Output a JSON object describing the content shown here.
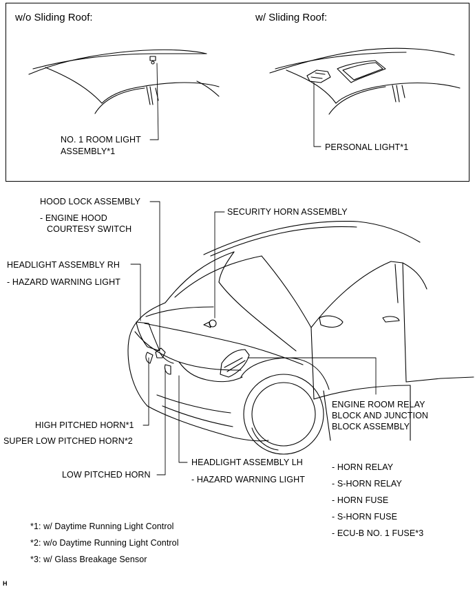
{
  "panel_top": {
    "left_title": "w/o Sliding Roof:",
    "right_title": "w/ Sliding Roof:",
    "room_light_line1": "NO. 1 ROOM LIGHT",
    "room_light_line2": "ASSEMBLY*1",
    "personal_light": "PERSONAL LIGHT*1"
  },
  "labels": {
    "hood_lock": "HOOD LOCK ASSEMBLY",
    "hood_sub1": "- ENGINE HOOD",
    "hood_sub2": "COURTESY SWITCH",
    "security_horn": "SECURITY HORN ASSEMBLY",
    "headlight_rh": "HEADLIGHT ASSEMBLY RH",
    "hazard_rh": "- HAZARD WARNING LIGHT",
    "high_horn": "HIGH PITCHED HORN*1",
    "super_low_horn": "SUPER LOW PITCHED HORN*2",
    "low_horn": "LOW PITCHED HORN",
    "headlight_lh": "HEADLIGHT ASSEMBLY LH",
    "hazard_lh": "- HAZARD WARNING LIGHT",
    "relay_block_line1": "ENGINE ROOM RELAY",
    "relay_block_line2": "BLOCK AND JUNCTION",
    "relay_block_line3": "BLOCK ASSEMBLY",
    "relay_items": [
      "- HORN RELAY",
      "- S-HORN RELAY",
      "- HORN FUSE",
      "- S-HORN FUSE",
      "- ECU-B NO. 1 FUSE*3"
    ]
  },
  "notes": [
    "*1: w/ Daytime Running Light Control",
    "*2: w/o Daytime Running Light Control",
    "*3: w/ Glass Breakage Sensor"
  ],
  "figure_mark": "H"
}
